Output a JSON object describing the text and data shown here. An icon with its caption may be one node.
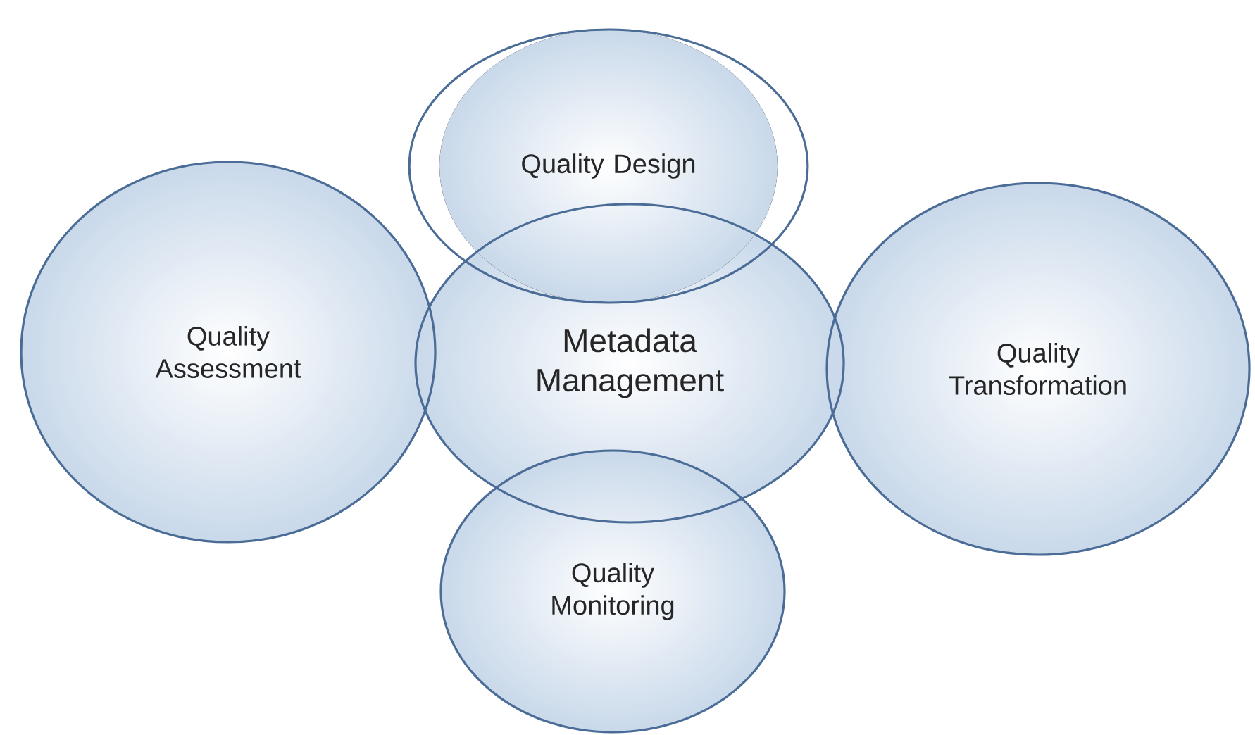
{
  "diagram": {
    "nodes": [
      {
        "text": [
          "Quality Design"
        ]
      },
      {
        "text": [
          "Quality Assessment"
        ]
      },
      {
        "text": [
          "Metadata Management"
        ]
      },
      {
        "text": [
          "Quality Transformation"
        ]
      },
      {
        "text": [
          "Quality Monitoring"
        ]
      }
    ]
  }
}
